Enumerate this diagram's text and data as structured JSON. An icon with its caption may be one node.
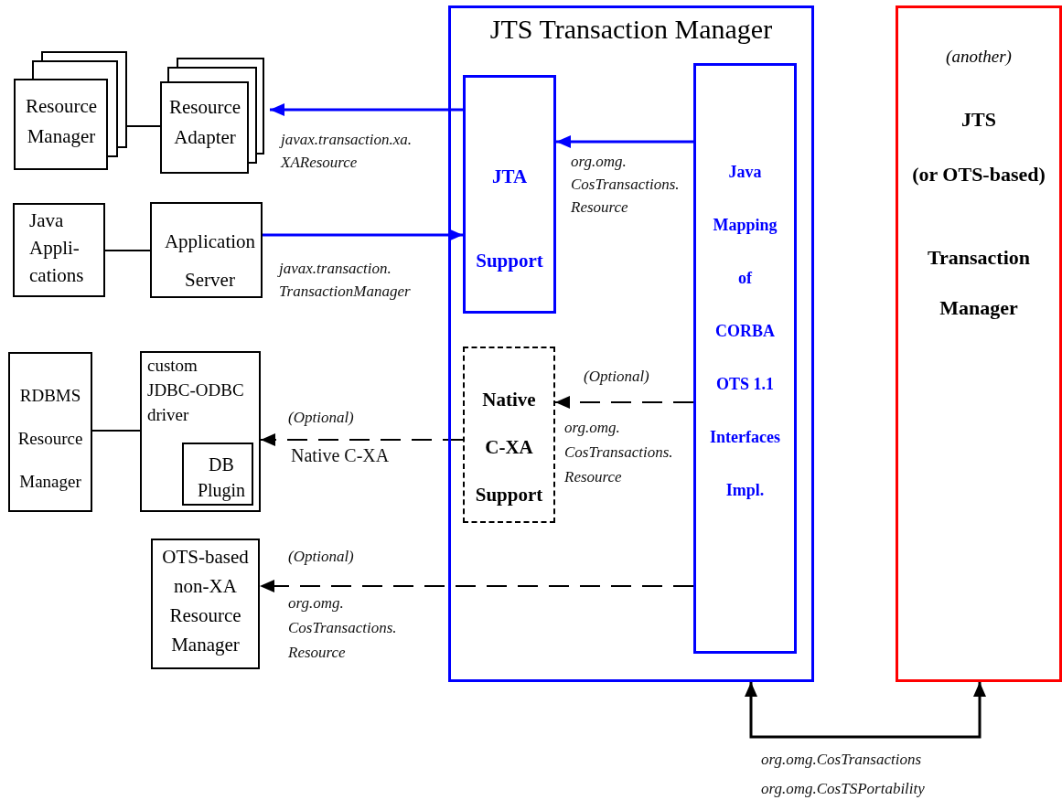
{
  "diagram": {
    "nodes": [
      {
        "text": [
          "JTS Transaction Manager"
        ]
      },
      {
        "text": [
          "JTA Support"
        ],
        "in": 0
      },
      {
        "text": [
          "Java Mapping of CORBA OTS 1.1 Interfaces Impl."
        ],
        "in": 0
      },
      {
        "text": [
          "Native C-XA Support"
        ],
        "in": 0
      },
      {
        "text": [
          "(another)",
          "JTS",
          "(or OTS-based)",
          "Transaction Manager"
        ]
      },
      {
        "text": [
          "Resource Manager"
        ]
      },
      {
        "text": [
          "Resource Adapter"
        ]
      },
      {
        "text": [
          "Java Appli- cations"
        ]
      },
      {
        "text": [
          "Application Server"
        ]
      },
      {
        "text": [
          "RDBMS Resource Manager"
        ]
      },
      {
        "text": [
          "custom JDBC-ODBC driver"
        ]
      },
      {
        "text": [
          "DB Plugin"
        ],
        "in": 10
      },
      {
        "text": [
          "OTS-based non-XA Resource Manager"
        ]
      }
    ],
    "edges": [
      {
        "from": 1,
        "to": 6,
        "arrow": "to",
        "label": "javax.transaction.xa. XAResource",
        "color": "#0000ff"
      },
      {
        "from": 2,
        "to": 1,
        "arrow": "to",
        "label": "org.omg. CosTransactions. Resource",
        "color": "#0000ff"
      },
      {
        "from": 8,
        "to": 1,
        "arrow": "to",
        "label": "javax.transaction. TransactionManager",
        "color": "#0000ff"
      },
      {
        "from": 5,
        "to": 6,
        "arrow": "none"
      },
      {
        "from": 7,
        "to": 8,
        "arrow": "none"
      },
      {
        "from": 9,
        "to": 10,
        "arrow": "none"
      },
      {
        "from": 2,
        "to": 3,
        "arrow": "to",
        "label": "(Optional)",
        "style": "dashed"
      },
      {
        "from": 3,
        "to": 10,
        "arrow": "to",
        "label": "(Optional)",
        "style": "dashed"
      },
      {
        "from": 2,
        "to": 12,
        "arrow": "to",
        "label": "(Optional)",
        "style": "dashed"
      },
      {
        "from": 0,
        "to": 4,
        "arrow": "both",
        "label": "org.omg.CosTransactions org.omg.CosTSPortability"
      }
    ],
    "labels": [
      "org.omg. CosTransactions. Resource",
      "Native C-XA",
      "org.omg. CosTransactions. Resource"
    ]
  }
}
